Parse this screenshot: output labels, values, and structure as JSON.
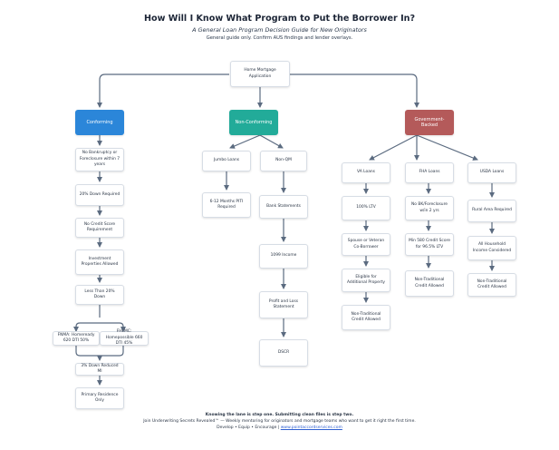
{
  "header": {
    "title": "How Will I Know What Program to Put the Borrower In?",
    "subtitle": "A General Loan Program Decision Guide for New Originators",
    "note": "General guide only. Confirm AUS findings and lender overlays."
  },
  "root": "Home Mortgage Application",
  "categories": {
    "conforming": {
      "label": "Conforming",
      "color": "#2b86d9"
    },
    "nonconforming": {
      "label": "Non-Conforming",
      "color": "#22ab99"
    },
    "government": {
      "label": "Government-Backed",
      "color": "#b45a5a"
    }
  },
  "conforming": {
    "steps": [
      "No Bankruptcy or Foreclosure within 7 years",
      "20% Down Required",
      "No Credit Score Requirement",
      "Investment Properties Allowed",
      "Less Than 20% Down"
    ],
    "fnma": "FNMA: Homeready 620 DTI 50%",
    "fhlmc": "FHLMC: Homepossible 660 DTI 45%",
    "after": [
      "3% Down Reduced MI",
      "Primary Residence Only"
    ]
  },
  "nonconforming": {
    "jumbo": {
      "label": "Jumbo Loans",
      "step": "6-12 Months PITI Required"
    },
    "nonqm": {
      "label": "Non-QM",
      "steps": [
        "Bank Statements",
        "1099 Income",
        "Profit and Loss Statement",
        "DSCR"
      ]
    }
  },
  "government": {
    "va": {
      "label": "VA Loans",
      "steps": [
        "100% LTV",
        "Spouse or Veteran Co-Borrower",
        "Eligible for Additional Property",
        "Non-Traditional Credit Allowed"
      ]
    },
    "fha": {
      "label": "FHA Loans",
      "steps": [
        "No BK/Foreclosure w/in 2 yrs",
        "Min 580 Credit Score for 96.5% LTV",
        "Non-Traditional Credit Allowed"
      ]
    },
    "usda": {
      "label": "USDA Loans",
      "steps": [
        "Rural Area Required",
        "All Household Income Considered",
        "Non-Traditional Credit Allowed"
      ]
    }
  },
  "footer": {
    "line1": "Knowing the lane is step one. Submitting clean files is step two.",
    "line2": "Join Underwriting Secrets Revealed™ — Weekly mentoring for originators and mortgage teams who want to get it right the first time.",
    "line3_text": "Develop • Equip • Encourage | ",
    "line3_link": "www.pointaccordservices.com"
  },
  "colors": {
    "line": "#5b6b80",
    "box_border": "#d7dde5"
  }
}
